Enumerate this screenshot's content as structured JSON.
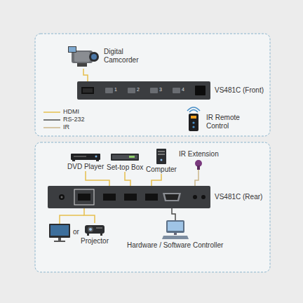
{
  "diagram": {
    "nodes": [
      {
        "text": [
          "Digital Camcorder"
        ]
      },
      {
        "text": [
          "VS481C (Front)"
        ]
      },
      {
        "text": [
          "IR Remote Control"
        ]
      },
      {
        "text": [
          "DVD Player"
        ]
      },
      {
        "text": [
          "Set-top Box"
        ]
      },
      {
        "text": [
          "Computer"
        ]
      },
      {
        "text": [
          "IR Extension"
        ]
      },
      {
        "text": [
          "VS481C (Rear)"
        ]
      },
      {
        "text": [
          "Projector"
        ]
      },
      {
        "text": [
          "Hardware / Software Controller"
        ]
      }
    ],
    "edges": [
      {
        "from": 0,
        "to": 1,
        "arrow": "none"
      },
      {
        "from": 3,
        "to": 7,
        "arrow": "none"
      },
      {
        "from": 4,
        "to": 7,
        "arrow": "none"
      },
      {
        "from": 5,
        "to": 7,
        "arrow": "none"
      },
      {
        "from": 6,
        "to": 7,
        "arrow": "none"
      },
      {
        "from": 7,
        "to": 8,
        "arrow": "none"
      },
      {
        "from": 7,
        "to": 9,
        "arrow": "none"
      }
    ],
    "labels": [
      "1",
      "2",
      "3",
      "4",
      "or"
    ],
    "legend": [
      {
        "text": "HDMI"
      },
      {
        "text": "RS-232"
      },
      {
        "text": "IR"
      }
    ]
  }
}
